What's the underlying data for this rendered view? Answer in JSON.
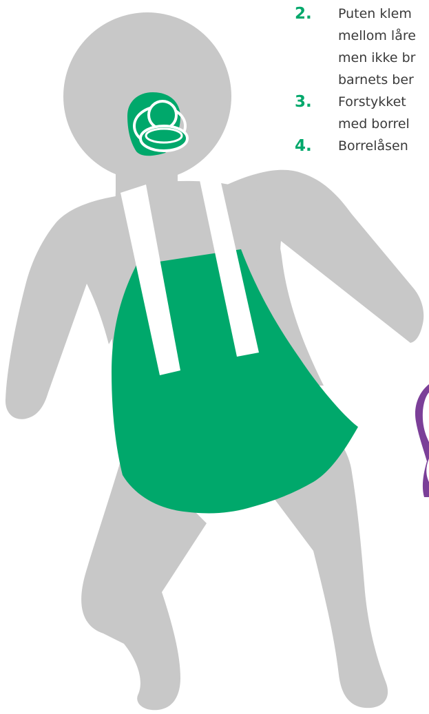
{
  "colors": {
    "body": "#c8c8c8",
    "garment": "#00a86b",
    "strap": "#ffffff",
    "pacifier": "#00a86b",
    "purple_pad": "#7b3f98",
    "step_number": "#00a86b",
    "text": "#3a3a3a"
  },
  "icons": {
    "pacifier": "pacifier-icon"
  },
  "steps": [
    {
      "number": "2.",
      "lines": [
        "Puten klem",
        "mellom låre",
        "men ikke br",
        "barnets ber"
      ]
    },
    {
      "number": "3.",
      "lines": [
        "Forstykket",
        "med borrel"
      ]
    },
    {
      "number": "4.",
      "lines": [
        "Borrelåsen"
      ]
    }
  ]
}
